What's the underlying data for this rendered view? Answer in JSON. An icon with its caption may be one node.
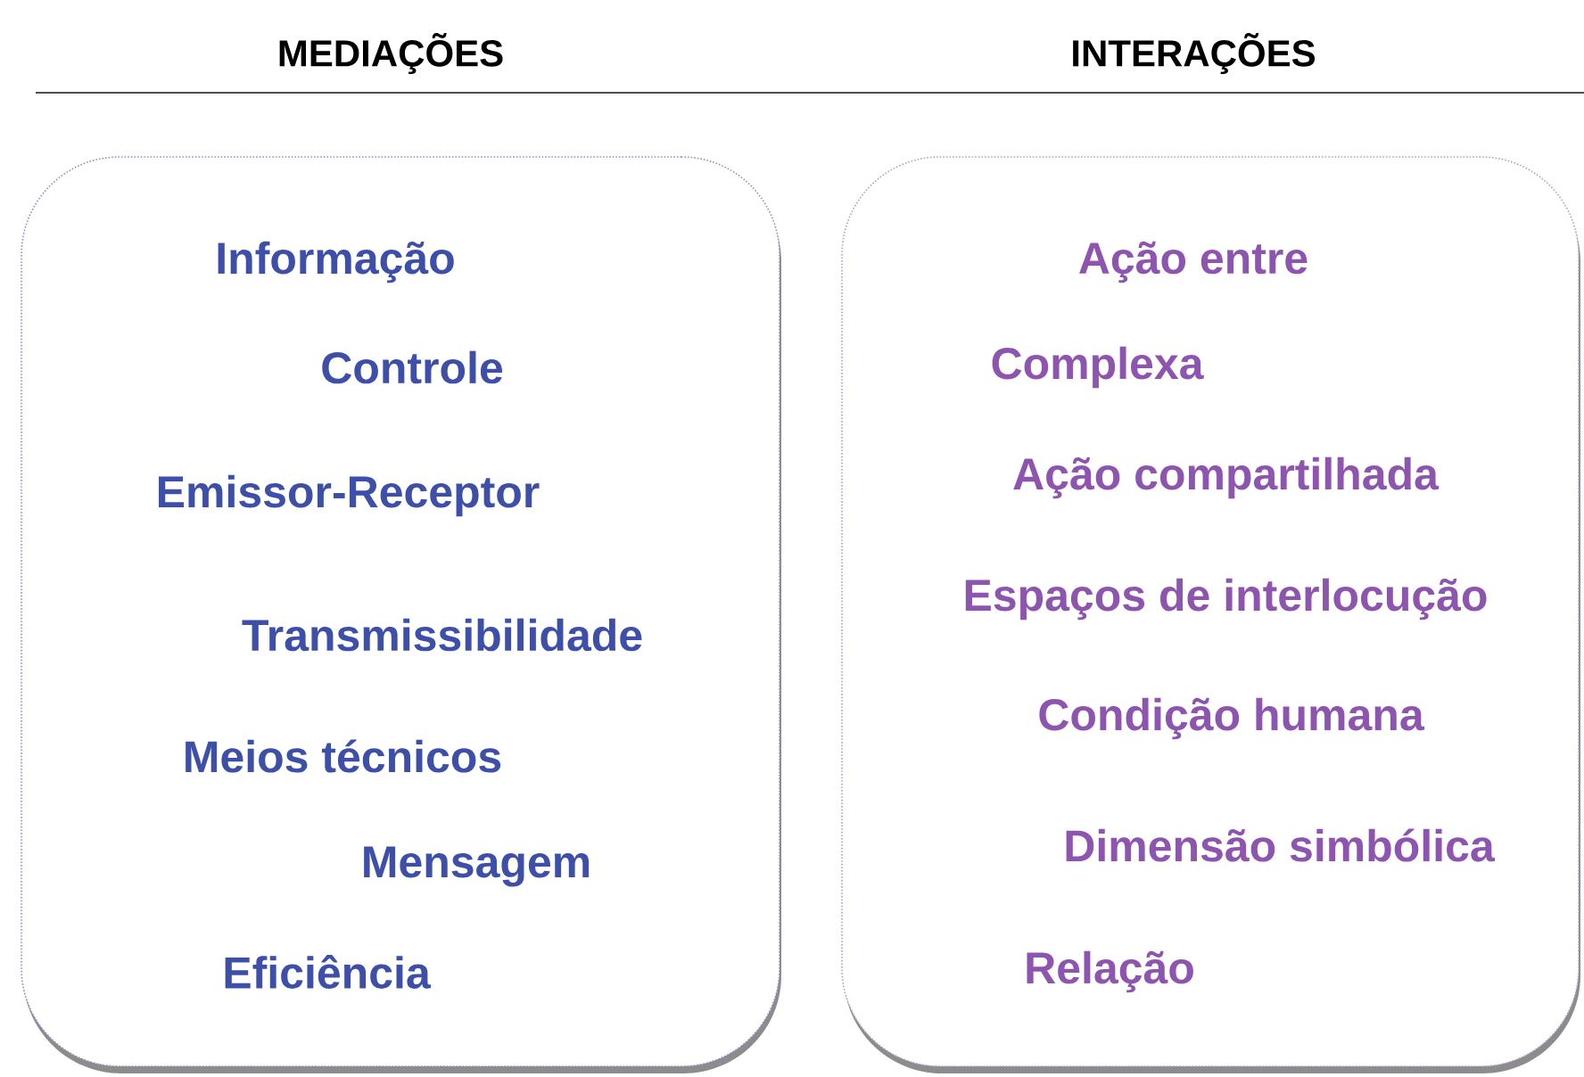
{
  "diagram": {
    "nodes": [
      {
        "text": [
          "MEDIAÇÕES",
          "Informação",
          "Controle",
          "Emissor-Receptor",
          "Transmissibilidade",
          "Meios técnicos",
          "Mensagem",
          "Eficiência"
        ]
      },
      {
        "text": [
          "INTERAÇÕES",
          "Ação entre",
          "Complexa",
          "Ação compartilhada",
          "Espaços de interlocução",
          "Condição humana",
          "Dimensão simbólica",
          "Relação"
        ]
      }
    ]
  }
}
